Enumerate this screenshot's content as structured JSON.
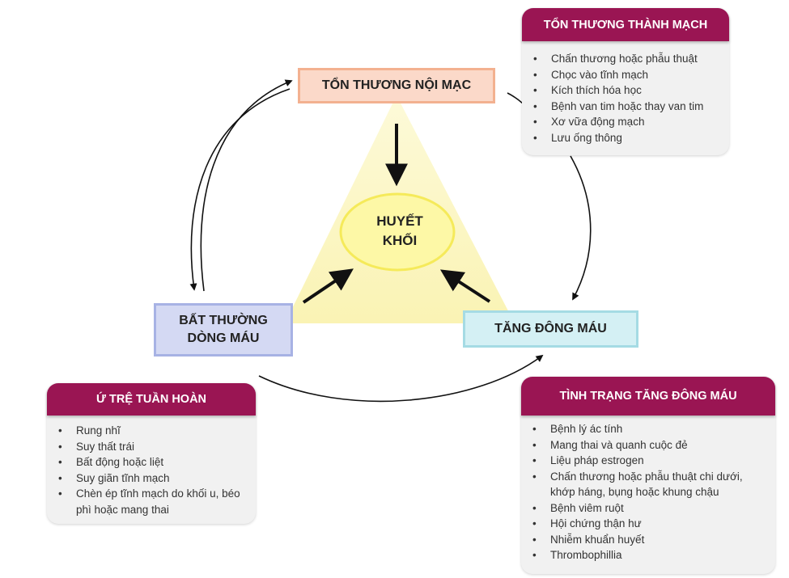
{
  "center": {
    "line1": "HUYẾT",
    "line2": "KHỐI"
  },
  "nodes": {
    "endothelial_injury": "TỔN THƯƠNG NỘI MẠC",
    "abnormal_blood_flow": {
      "line1": "BẤT THƯỜNG",
      "line2": "DÒNG MÁU"
    },
    "hypercoagulability": "TĂNG ĐÔNG MÁU"
  },
  "cards": {
    "vascular_injury": {
      "title": "TỔN THƯƠNG THÀNH MẠCH",
      "items": [
        "Chấn thương hoặc phẫu thuật",
        "Chọc vào tĩnh mạch",
        "Kích thích hóa học",
        "Bệnh van tim hoặc thay van tim",
        "Xơ vữa động mạch",
        "Lưu ống thông"
      ]
    },
    "circulatory_stasis": {
      "title": "Ứ TRỆ TUẦN HOÀN",
      "items": [
        "Rung nhĩ",
        "Suy thất trái",
        "Bất động hoặc liệt",
        "Suy giãn tĩnh mạch",
        "Chèn ép tĩnh mạch do khối u, béo phì hoặc mang thai"
      ]
    },
    "hypercoagulable_states": {
      "title": "TÌNH TRẠNG TĂNG ĐÔNG MÁU",
      "items": [
        "Bệnh lý ác tính",
        "Mang thai và quanh cuộc đẻ",
        "Liệu pháp estrogen",
        "Chấn thương hoặc phẫu thuật chi dưới, khớp háng, bụng hoặc khung chậu",
        "Bệnh viêm ruột",
        "Hội chứng thận hư",
        "Nhiễm khuẩn huyết",
        "Thrombophillia"
      ]
    }
  },
  "colors": {
    "triangle_fill": "#fbf6bf",
    "center_ellipse_fill": "#fdf8a6",
    "center_ellipse_stroke": "#f5ea5a",
    "card_header": "#9a1553",
    "card_body": "#f1f1f1",
    "node_endothelial_fill": "#fbd9c9",
    "node_blood_flow_fill": "#d4d9f3",
    "node_coagulation_fill": "#d4f0f4",
    "arrow": "#111111"
  }
}
